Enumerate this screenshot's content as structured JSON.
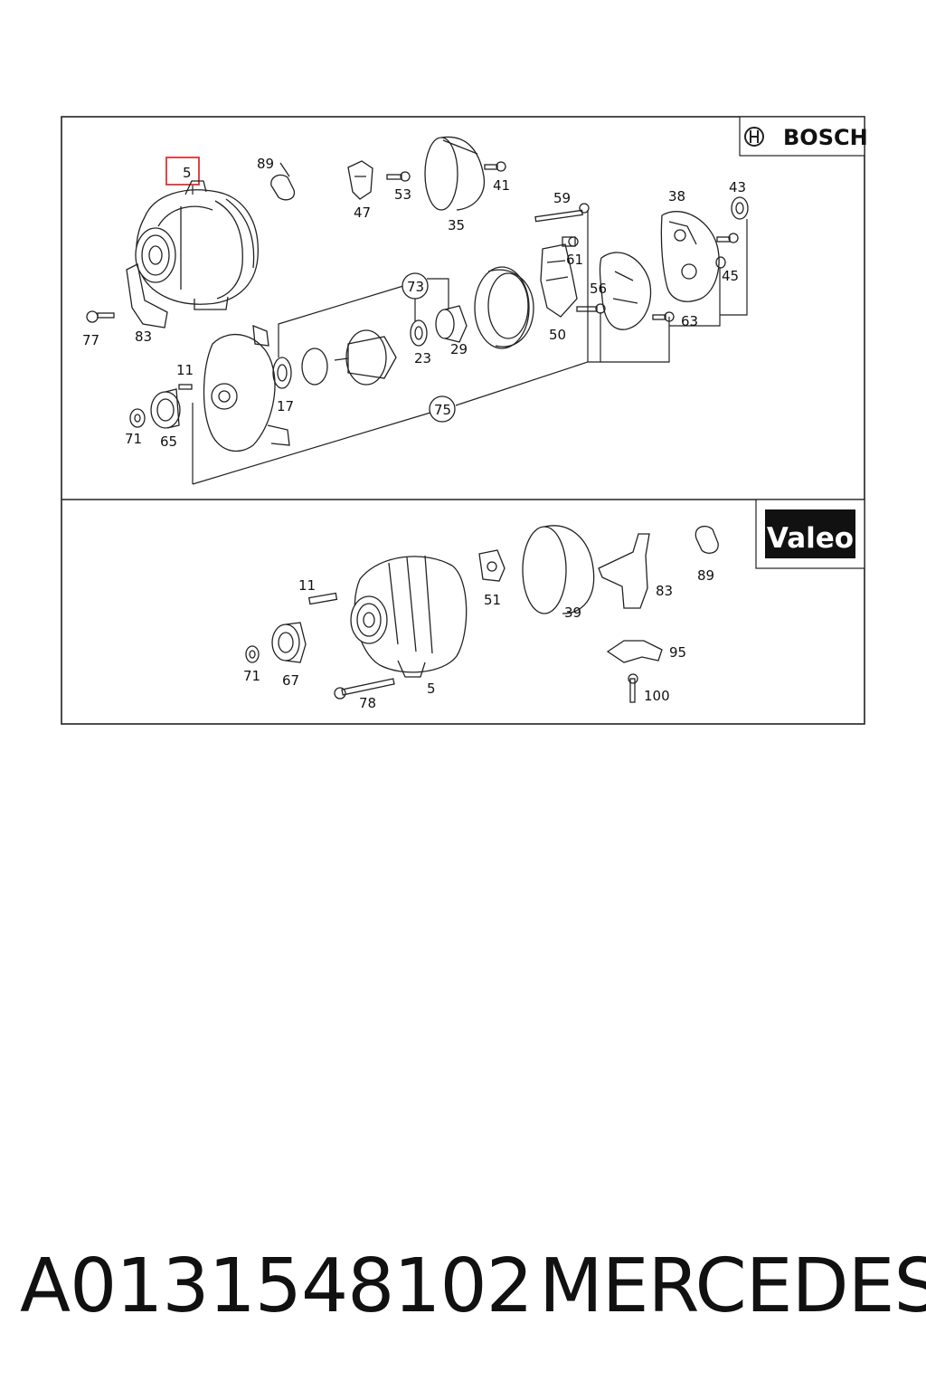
{
  "brands": {
    "top": "BOSCH",
    "bottom": "Valeo"
  },
  "highlight_color": "#e03030",
  "bosch_callouts": {
    "c5": "5",
    "c89": "89",
    "c47": "47",
    "c53": "53",
    "c35": "35",
    "c41": "41",
    "c59": "59",
    "c38": "38",
    "c43": "43",
    "c61": "61",
    "c45": "45",
    "c56": "56",
    "c63": "63",
    "c50": "50",
    "c73": "73",
    "c23": "23",
    "c29": "29",
    "c77": "77",
    "c83": "83",
    "c11": "11",
    "c17": "17",
    "c75": "75",
    "c71": "71",
    "c65": "65"
  },
  "valeo_callouts": {
    "c11": "11",
    "c51": "51",
    "c39": "39",
    "c83": "83",
    "c89": "89",
    "c95": "95",
    "c71": "71",
    "c67": "67",
    "c78": "78",
    "c5": "5",
    "c100": "100"
  },
  "footer": {
    "part_number": "A0131548102",
    "maker": "MERCEDES"
  }
}
